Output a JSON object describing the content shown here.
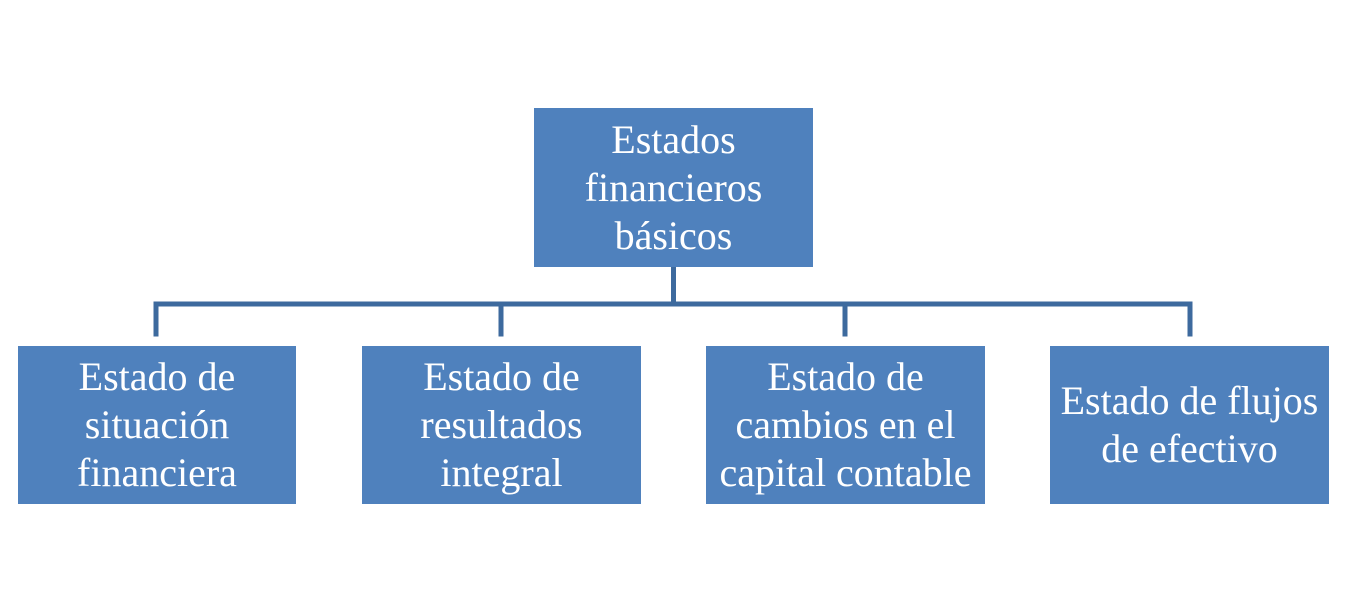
{
  "diagram": {
    "colors": {
      "node_fill": "#4f81bd",
      "connector": "#3d6a9e",
      "text": "#ffffff"
    },
    "root": {
      "label": "Estados\nfinancieros\nbásicos"
    },
    "children": [
      {
        "label": "Estado de\nsituación\nfinanciera"
      },
      {
        "label": "Estado de\nresultados\nintegral"
      },
      {
        "label": "Estado de\ncambios en el\ncapital contable"
      },
      {
        "label": "Estado de flujos\nde efectivo"
      }
    ]
  }
}
